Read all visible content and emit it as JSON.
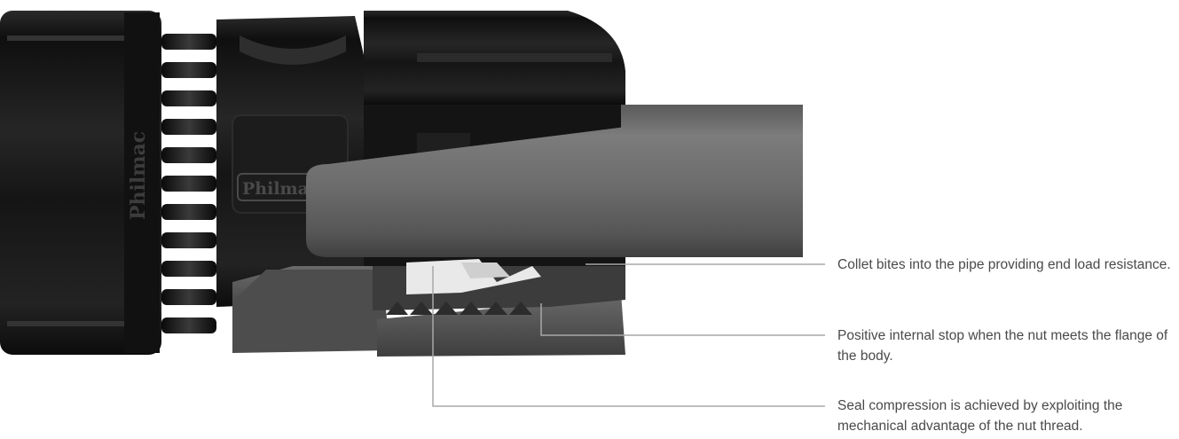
{
  "brand": {
    "logo_text": "Philmac"
  },
  "callouts": [
    {
      "text": "Collet bites into the pipe providing end load resistance."
    },
    {
      "text": "Positive internal stop when the nut meets the flange of the body."
    },
    {
      "text": "Seal compression is achieved by exploiting the mechanical advantage of the nut thread."
    }
  ],
  "colors": {
    "fitting_body": "#1b1b1b",
    "pipe": "#6e6e6e",
    "cutaway_grey": "#5e5e5e",
    "seal_white": "#e9e9e9",
    "leader_line": "#a8a8a8",
    "caption_text": "#4a4a4a"
  }
}
